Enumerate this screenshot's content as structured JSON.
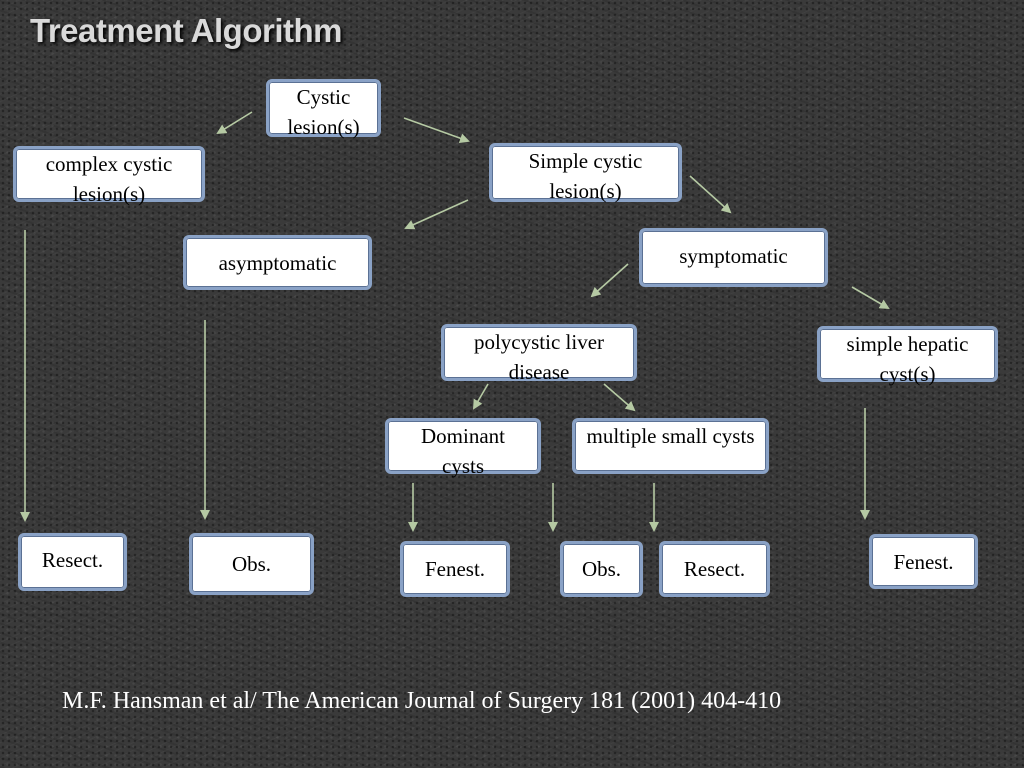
{
  "title": "Treatment Algorithm",
  "nodes": {
    "cystic": "Cystic lesion(s)",
    "complex": "complex cystic lesion(s)",
    "simple_cystic": "Simple cystic lesion(s)",
    "asymptomatic": "asymptomatic",
    "symptomatic": "symptomatic",
    "polycystic": "polycystic liver disease",
    "simple_hepatic": "simple hepatic cyst(s)",
    "dominant": "Dominant cysts",
    "multiple": "multiple small cysts",
    "resect_1": "Resect.",
    "obs_1": "Obs.",
    "fenest_1": "Fenest.",
    "obs_2": "Obs.",
    "resect_2": "Resect.",
    "fenest_2": "Fenest."
  },
  "citation": "M.F. Hansman et al/ The American Journal of Surgery 181 (2001) 404-410",
  "colors": {
    "node_border": "#8aa2c6",
    "arrow": "#b5c9a3",
    "title": "#d9d9d9"
  }
}
